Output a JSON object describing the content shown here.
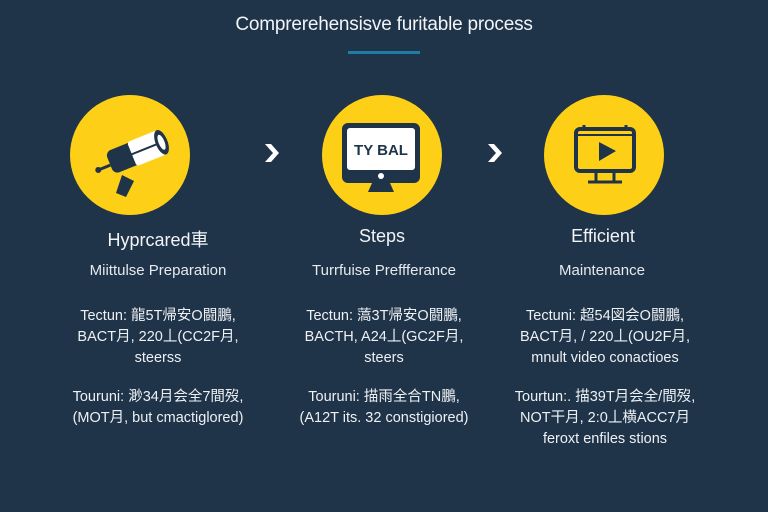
{
  "header": {
    "title": "Comprerehensisve furitable process",
    "underline_color": "#1d7fa6"
  },
  "colors": {
    "background": "#1f3349",
    "accent_circle": "#fdd017",
    "icon_dark": "#1f3349",
    "text": "#f2f4f7"
  },
  "steps": [
    {
      "icon": "security-camera-icon",
      "title": "Hyprcared車",
      "subtitle": "Miittulse Preparation",
      "desc1": [
        "Tectun: 龍5T帰安O闘鵬,",
        "BACT月, 220丄(CC2F月,",
        "steerss"
      ],
      "desc2": [
        "Touruni: 渺34月会全7間歿,",
        "(MOT月, but cmactiglored)"
      ]
    },
    {
      "icon": "monitor-icon",
      "screen_text": "TY BAL",
      "title": "Steps",
      "subtitle": "Turrfuise Preffferance",
      "desc1": [
        "Tectun: 薃3T帰安O闘鵬,",
        "BACTH, A24丄(GC2F月,",
        "steers"
      ],
      "desc2": [
        "Touruni: 描雨全合TN鵬,",
        "(A12T its. 32 constigiored)"
      ]
    },
    {
      "icon": "video-display-icon",
      "title": "Efficient",
      "subtitle": "Maintenance",
      "desc1": [
        "Tectuni: 超54図会O闘鵬,",
        "BACT月, / 220丄(OU2F月,",
        "mnult video conactioes"
      ],
      "desc2": [
        "Tourtun:. 描39T月会全/間歿,",
        "NOT干月, 2:0丄横ACC7月",
        "feroxt enfiles stions"
      ]
    }
  ],
  "arrows": [
    {
      "icon": "chevron-right-icon"
    },
    {
      "icon": "chevron-right-icon"
    }
  ]
}
